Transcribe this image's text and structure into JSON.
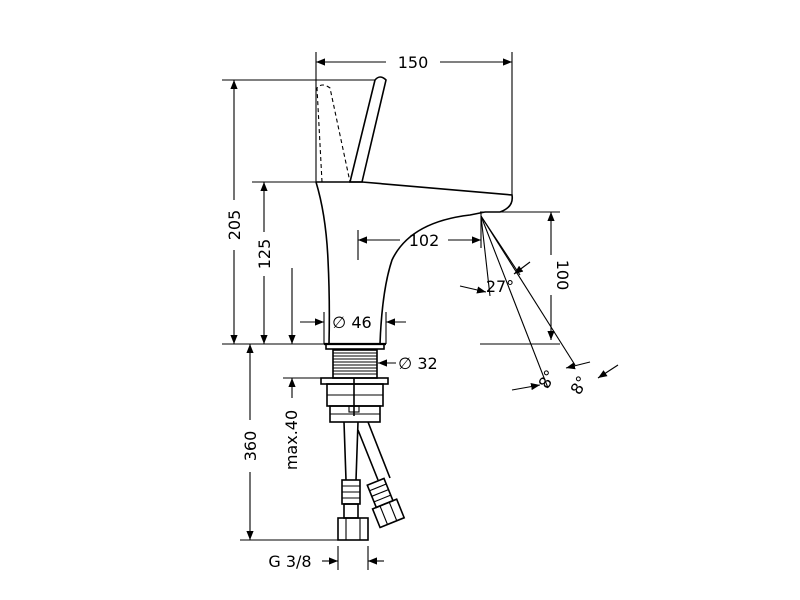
{
  "dimensions": {
    "width_top": "150",
    "height_total": "205",
    "height_spout": "125",
    "reach": "102",
    "spout_drop": "100",
    "spray_angle": "27°",
    "base_diameter": "∅ 46",
    "hole_diameter": "∅ 32",
    "tilt_a": "8°",
    "tilt_b": "8°",
    "thickness_max": "max.40",
    "depth": "360",
    "thread": "G 3/8"
  }
}
